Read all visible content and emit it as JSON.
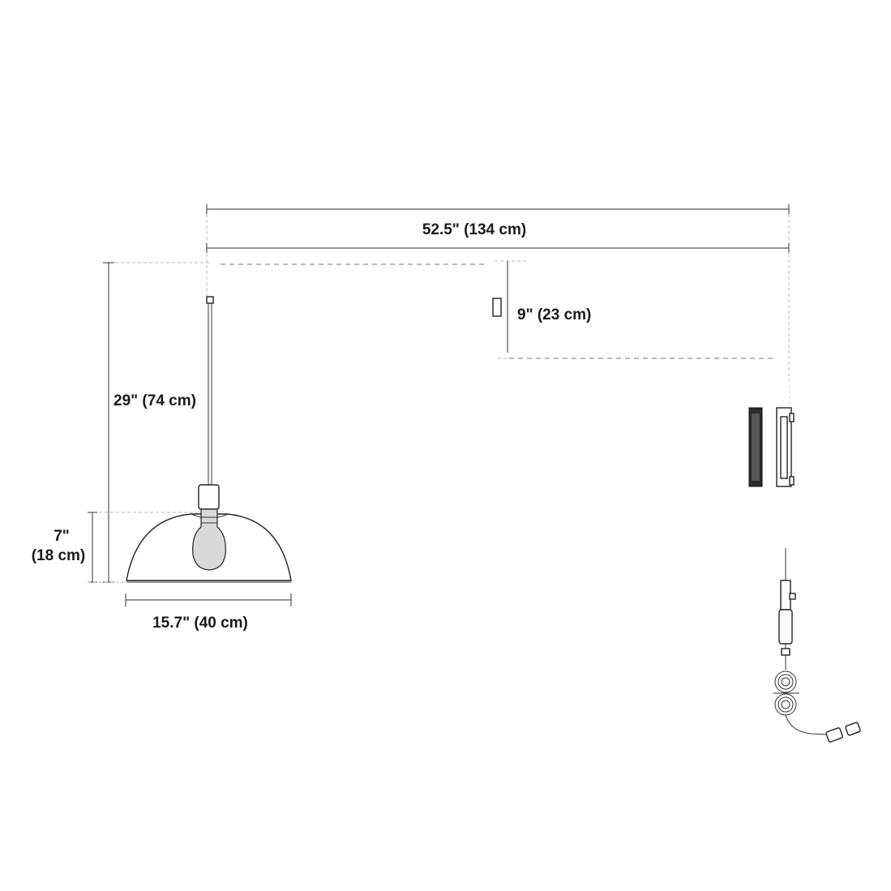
{
  "dimensions": {
    "overall_width": "52.5\" (134 cm)",
    "arm_drop": "9\" (23 cm)",
    "hanging_height": "29\" (74 cm)",
    "shade_height_in": "7\"",
    "shade_height_cm": "(18 cm)",
    "shade_diameter": "15.7\" (40 cm)"
  },
  "colors": {
    "line": "#222222",
    "dimension_line": "#555555",
    "extension_line": "#b8b8b8",
    "bulb_fill": "#d9d9d9",
    "plate_fill": "#2a2a2a"
  }
}
